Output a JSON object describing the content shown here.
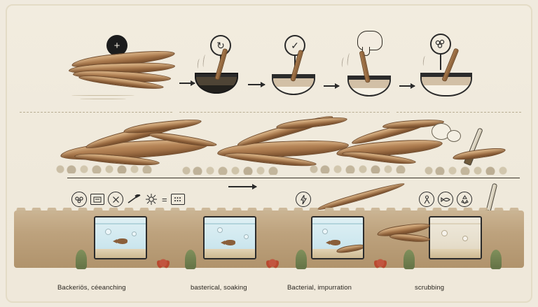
{
  "diagram": {
    "title_visible": false,
    "background_color": "#efe9d9",
    "ink_color": "#2a2a2a",
    "wood_color": "#a9784c",
    "water_color": "#cfe8ef"
  },
  "row1": {
    "name": "top-process-strip",
    "steps": [
      {
        "id": "step-1",
        "icon": "plus-icon",
        "glyph": "+",
        "style": "filled",
        "subject": "driftwood-bundle"
      },
      {
        "id": "step-2",
        "icon": "refresh-icon",
        "glyph": "↻",
        "style": "outline",
        "subject": "dark-soaking-bowl"
      },
      {
        "id": "step-3",
        "icon": "check-icon",
        "glyph": "✓",
        "style": "outline",
        "subject": "light-soaking-bowl"
      },
      {
        "id": "step-4",
        "icon": "hand-scrub-icon",
        "glyph": "✋",
        "style": "illustration",
        "subject": "scrubbing-bowl"
      },
      {
        "id": "step-5",
        "icon": "bacteria-icon",
        "glyph": "⁂",
        "style": "outline",
        "subject": "final-bowl"
      }
    ],
    "arrows": 4
  },
  "row2": {
    "name": "driftwood-detail-strip",
    "items": [
      {
        "id": "driftwood-large-left",
        "label": ""
      },
      {
        "id": "driftwood-center",
        "label": ""
      },
      {
        "id": "driftwood-right",
        "label": ""
      },
      {
        "id": "steam-and-brush",
        "label": ""
      }
    ]
  },
  "row3": {
    "name": "aquarium-process-strip",
    "icon_groups": [
      {
        "id": "group-1",
        "icons": [
          "bacteria-icon",
          "tag-icon",
          "no-entry-icon",
          "hammer-icon",
          "germ-icon"
        ],
        "equals": "=",
        "result": "grid-icon"
      },
      {
        "id": "group-2",
        "icons": [
          "lightning-icon"
        ],
        "equals": "",
        "result": ""
      },
      {
        "id": "group-3",
        "icons": [
          "person-icon",
          "fish-icon",
          "recycle-icon"
        ],
        "equals": "",
        "result": ""
      }
    ],
    "tanks": [
      {
        "id": "tank-1",
        "contents": "fish-and-plants",
        "state": "clear"
      },
      {
        "id": "tank-2",
        "contents": "fish-and-plants",
        "state": "clear"
      },
      {
        "id": "tank-3",
        "contents": "fish-and-driftwood",
        "state": "clear"
      },
      {
        "id": "tank-4",
        "contents": "cloudy-water",
        "state": "cloudy"
      }
    ]
  },
  "captions": [
    {
      "id": "caption-1",
      "text": "Backeriös, céeanching"
    },
    {
      "id": "caption-2",
      "text": "basterical, soaking"
    },
    {
      "id": "caption-3",
      "text": "Bacterial, impurration"
    },
    {
      "id": "caption-4",
      "text": "scrubbing"
    }
  ]
}
